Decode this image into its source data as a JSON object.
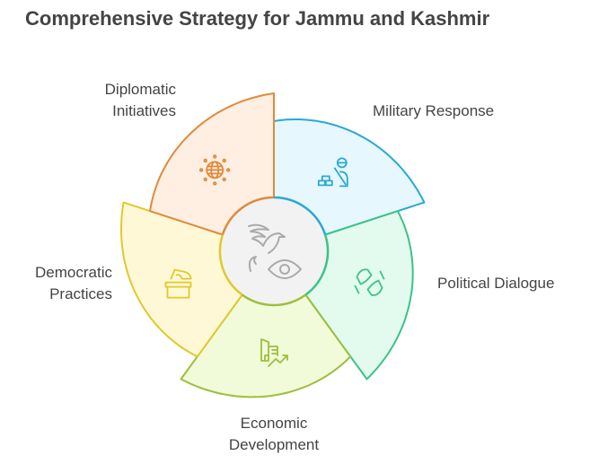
{
  "title": "Comprehensive Strategy for Jammu and Kashmir",
  "segments": [
    {
      "label": "Military Response",
      "icon": "soldier-icon",
      "stroke": "#2aa8d6",
      "fill": "#e6f7fd"
    },
    {
      "label": "Political Dialogue",
      "icon": "handshake-icon",
      "stroke": "#3cc389",
      "fill": "#e2fbee"
    },
    {
      "label": "Economic Development",
      "icon": "building-growth-icon",
      "stroke": "#9dbf3a",
      "fill": "#f2fbd9"
    },
    {
      "label": "Democratic Practices",
      "icon": "ballot-box-icon",
      "stroke": "#e0c92c",
      "fill": "#fff8d6"
    },
    {
      "label": "Diplomatic Initiatives",
      "icon": "globe-icon",
      "stroke": "#e08a3c",
      "fill": "#feefe2"
    }
  ],
  "center": {
    "icon": "dove-eye-icon",
    "fill": "#f2f2f2",
    "stroke": "#aaaaaa"
  }
}
